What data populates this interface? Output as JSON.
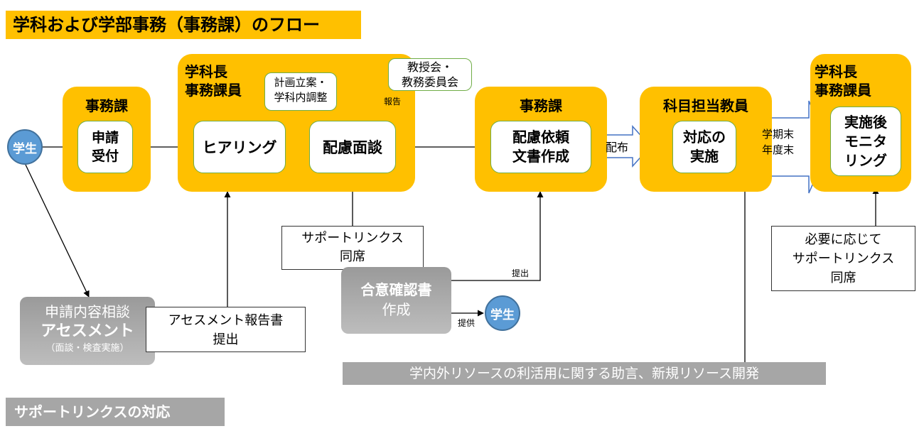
{
  "title": "学科および学部事務（事務課）のフロー",
  "student": "学生",
  "office1": {
    "header": "事務課",
    "card": [
      "申請",
      "受付"
    ]
  },
  "dept_head": {
    "header": [
      "学科長",
      "事務課員"
    ],
    "planning": [
      "計画立案・",
      "学科内調整"
    ],
    "hearing": "ヒアリング",
    "interview": "配慮面談"
  },
  "faculty_meeting": [
    "教授会・",
    "教務委員会"
  ],
  "report_label": "報告",
  "office2": {
    "header": "事務課",
    "card": [
      "配慮依頼",
      "文書作成"
    ]
  },
  "distribute_label": "配布",
  "teacher": {
    "header": "科目担当教員",
    "card": [
      "対応の",
      "実施"
    ]
  },
  "term_label": [
    "学期末",
    "年度末"
  ],
  "monitor": {
    "header": [
      "学科長",
      "事務課員"
    ],
    "card": [
      "実施後",
      "モニタ",
      "リング"
    ]
  },
  "support_attend": [
    "サポートリンクス",
    "同席"
  ],
  "consent": [
    "合意確認書",
    "作成"
  ],
  "submit_label": "提出",
  "provide_label": "提供",
  "consult": [
    "申請内容相談",
    "アセスメント",
    "（面談・検査実施）"
  ],
  "assessment_report": [
    "アセスメント報告書",
    "提出"
  ],
  "resource_advice": "学内外リソースの利活用に関する助言、新規リソース開発",
  "monitor_support": [
    "必要に応じて",
    "サポートリンクス",
    "同席"
  ],
  "footer": "サポートリンクスの対応",
  "colors": {
    "gold": "#FFC000",
    "blue": "#5B9BD5",
    "green": "#70AD47",
    "gray": "#A6A6A6"
  }
}
